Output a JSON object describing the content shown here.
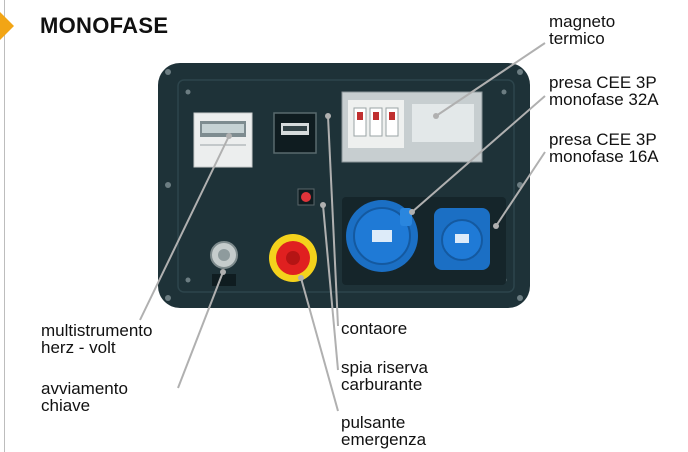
{
  "header": {
    "title": "MONOFASE"
  },
  "labels": {
    "breaker": [
      "magneto",
      "termico"
    ],
    "socket32": [
      "presa CEE 3P",
      "monofase 32A"
    ],
    "socket16": [
      "presa CEE 3P",
      "monofase 16A"
    ],
    "multimeter": [
      "multistrumento",
      "herz - volt"
    ],
    "key_start": [
      "avviamento",
      "chiave"
    ],
    "hour_meter": [
      "contaore"
    ],
    "fuel_light": [
      "spia riserva",
      "carburante"
    ],
    "emergency": [
      "pulsante",
      "emergenza"
    ]
  },
  "colors": {
    "panel": "#1e3238",
    "leader": "#b0b0b0",
    "socket_blue": "#1b6fc4",
    "emergency_red": "#e02020",
    "emergency_yellow": "#f4d21c",
    "marker": "#f2a515"
  }
}
